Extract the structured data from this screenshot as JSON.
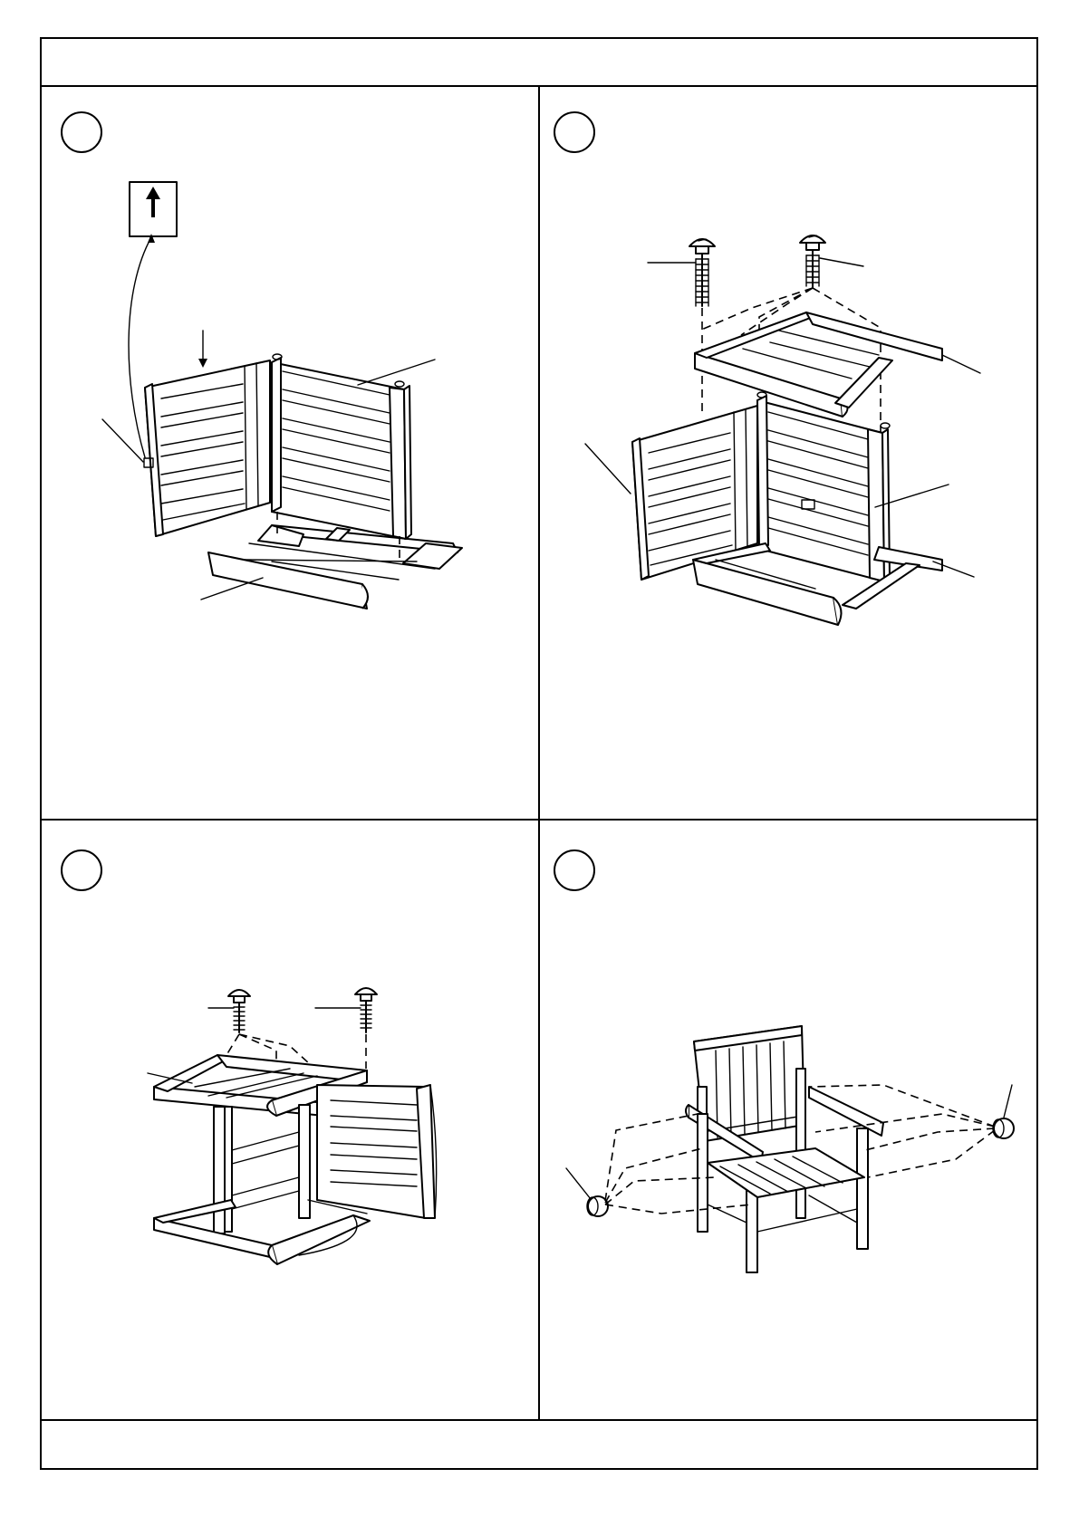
{
  "header": {
    "title": ""
  },
  "footer": {
    "text": ""
  },
  "panels": [
    {
      "id": "step-1",
      "step_label": "",
      "caption": ""
    },
    {
      "id": "step-2",
      "step_label": "",
      "caption": ""
    },
    {
      "id": "step-3",
      "step_label": "",
      "caption": ""
    },
    {
      "id": "step-4",
      "step_label": "",
      "caption": ""
    }
  ],
  "inset_icon": "up-arrow-icon",
  "colors": {
    "line": "#000000",
    "background": "#ffffff"
  }
}
